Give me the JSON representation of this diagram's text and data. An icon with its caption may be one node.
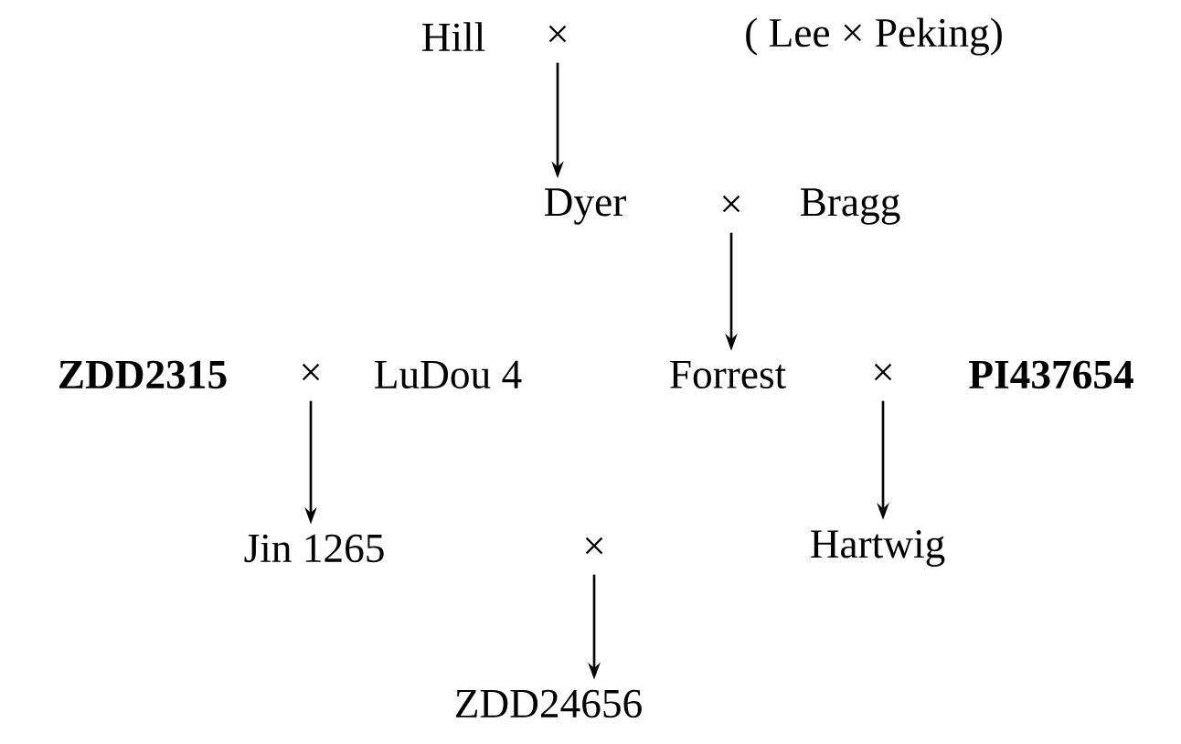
{
  "diagram": {
    "nodes": [
      {
        "text": [
          "Hill"
        ]
      },
      {
        "text": [
          "×"
        ]
      },
      {
        "text": [
          "( Lee × Peking)"
        ]
      },
      {
        "text": [
          "Dyer"
        ]
      },
      {
        "text": [
          "×"
        ]
      },
      {
        "text": [
          "Bragg"
        ]
      },
      {
        "text": [
          "ZDD2315"
        ]
      },
      {
        "text": [
          "×"
        ]
      },
      {
        "text": [
          "LuDou 4"
        ]
      },
      {
        "text": [
          "Forrest"
        ]
      },
      {
        "text": [
          "×"
        ]
      },
      {
        "text": [
          "PI437654"
        ]
      },
      {
        "text": [
          "Jin 1265"
        ]
      },
      {
        "text": [
          "×"
        ]
      },
      {
        "text": [
          "Hartwig"
        ]
      },
      {
        "text": [
          "ZDD24656"
        ]
      }
    ],
    "edges": [
      {
        "from": 1,
        "to": 3,
        "arrow": "to"
      },
      {
        "from": 4,
        "to": 9,
        "arrow": "to"
      },
      {
        "from": 7,
        "to": 12,
        "arrow": "to"
      },
      {
        "from": 10,
        "to": 14,
        "arrow": "to"
      },
      {
        "from": 13,
        "to": 15,
        "arrow": "to"
      }
    ]
  }
}
